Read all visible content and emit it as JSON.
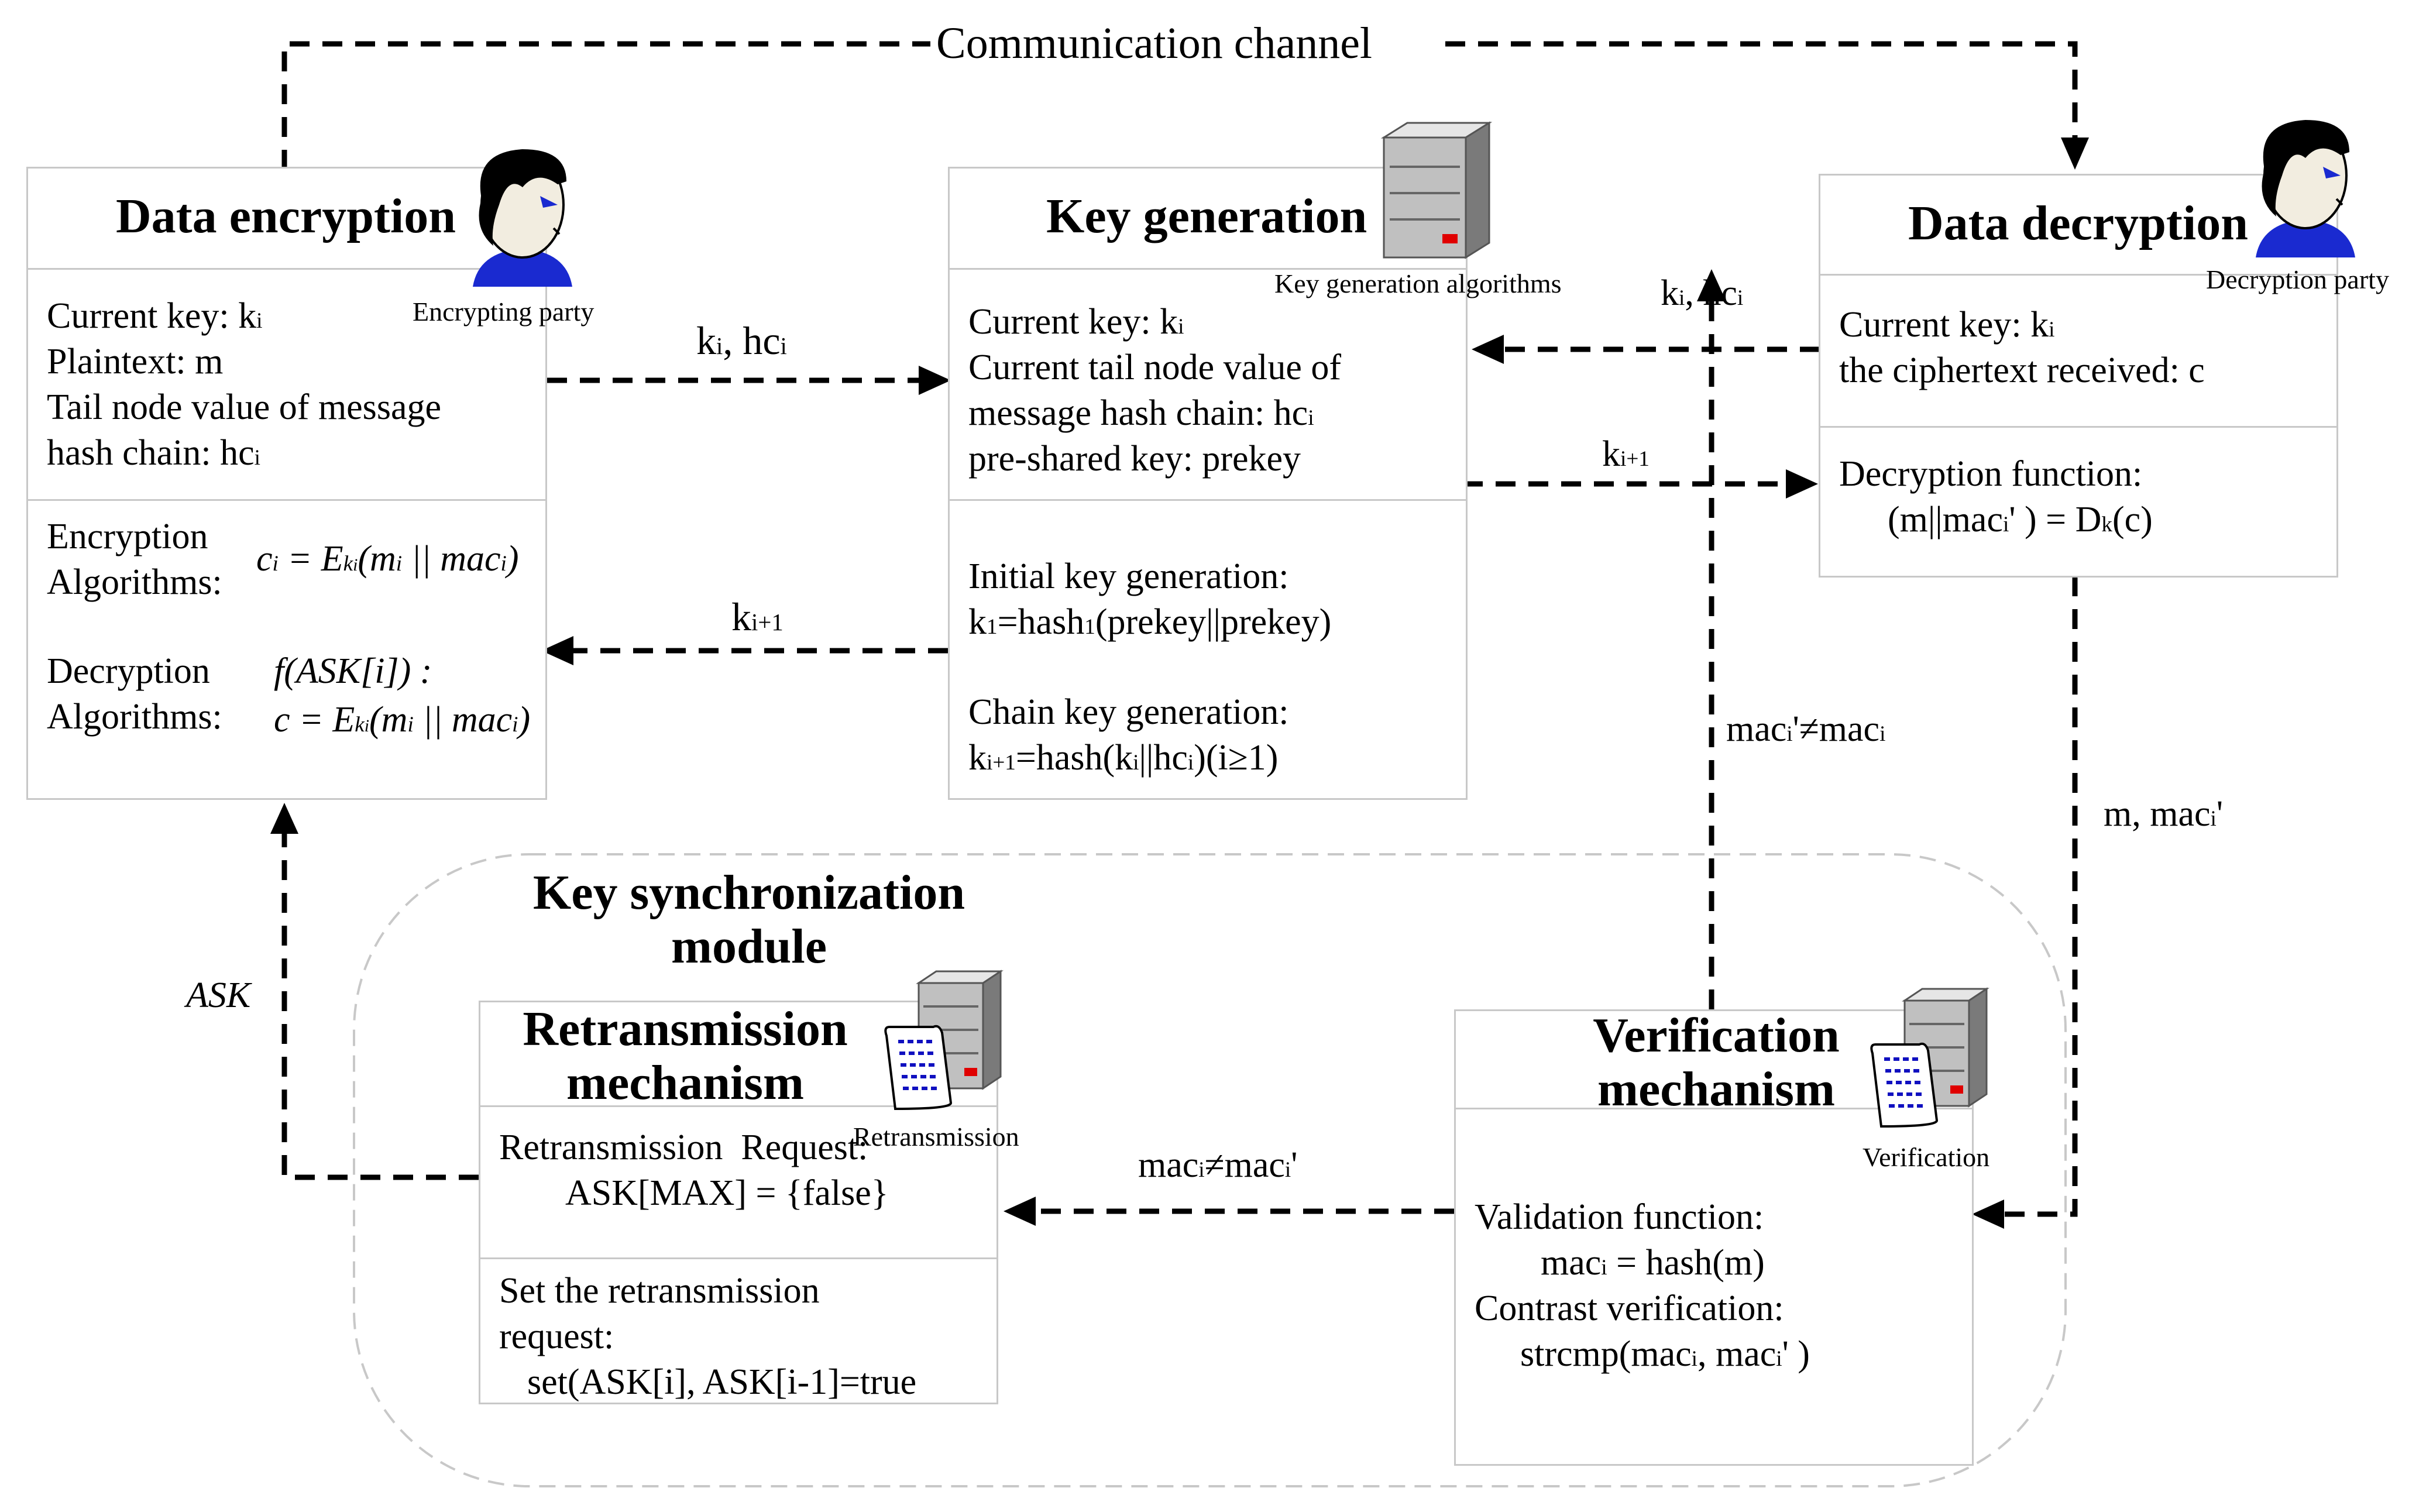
{
  "channel": {
    "label": "Communication channel"
  },
  "enc": {
    "title": "Data encryption",
    "party": "Encrypting party",
    "key": "Current key: k",
    "key_sub": "i",
    "plain": "Plaintext: m",
    "tail1": "Tail node value of message",
    "tail2": "hash chain: hc",
    "tail2_sub": "i",
    "alg_enc_1": "Encryption",
    "alg_enc_2": "Algorithms:",
    "alg_enc_formula": "c_i = E_{k_i}(m_i || mac_i)",
    "alg_dec_1": "Decryption",
    "alg_dec_2": "Algorithms:",
    "alg_dec_f": "f(ASK[i]) :",
    "alg_dec_formula": "c = E_{k_i}(m_i || mac_i)"
  },
  "keygen": {
    "title": "Key generation",
    "algo": "Key generation algorithms",
    "l1": "Current key: k",
    "l1_sub": "i",
    "l2": "Current tail node value of",
    "l3": "message hash chain: hc",
    "l3_sub": "i",
    "l4": "pre-shared key: prekey",
    "init_title": "Initial key generation:",
    "init_formula_a": "k",
    "init_formula_a_sub": "1",
    "init_formula_b": "=hash",
    "init_formula_b_sub": "1",
    "init_formula_c": "(prekey||prekey)",
    "chain_title": "Chain key generation:",
    "chain_a": "k",
    "chain_a_sub": "i+1",
    "chain_b": "=hash(k",
    "chain_b_sub": "i",
    "chain_c": "||hc",
    "chain_c_sub": "i",
    "chain_d": ")(i≥1)"
  },
  "dec": {
    "title": "Data decryption",
    "party": "Decryption party",
    "l1": "Current key: k",
    "l1_sub": "i",
    "l2": "the ciphertext received: c",
    "func_title": "Decryption function:",
    "func_a": "(m||mac",
    "func_a_sub": "i",
    "func_b": "' ) = D",
    "func_b_sub": "k",
    "func_c": "(c)"
  },
  "sync": {
    "title1": "Key synchronization",
    "title2": "module"
  },
  "retrans": {
    "title1": "Retransmission",
    "title2": "mechanism",
    "icon_label": "Retransmission",
    "req1": "Retransmission  Request:",
    "req2": "ASK[MAX] = {false}",
    "set1": "Set the retransmission",
    "set2": "request:",
    "set3": "set(ASK[i], ASK[i-1]=true"
  },
  "verif": {
    "title1": "Verification",
    "title2": "mechanism",
    "icon_label": "Verification",
    "v1": "Validation function:",
    "v2a": "mac",
    "v2a_sub": "i",
    "v2b": " = hash(m)",
    "v3": "Contrast verification:",
    "v4a": "strcmp(mac",
    "v4a_sub": "i",
    "v4b": ", mac",
    "v4b_sub": "i",
    "v4c": "' )"
  },
  "arrows": {
    "ki_hci": "k",
    "ki_hci_sub": "i",
    "ki_hci_b": ", hc",
    "ki_hci_b_sub": "i",
    "ki1": "k",
    "ki1_sub": "i+1",
    "ki1_right": "k",
    "ki1_right_sub": "i+1",
    "ki_hci_right": "k",
    "ki_hci_right_sub": "i",
    "ki_hci_right_b": ", hc",
    "ki_hci_right_b_sub": "i",
    "mac_neq": "mac",
    "mac_neq_sub": "i",
    "mac_neq_b": "'≠mac",
    "mac_neq_b_sub": "i",
    "m_mac": "m, mac",
    "m_mac_sub": "i",
    "m_mac_b": "'",
    "mac_neq2": "mac",
    "mac_neq2_sub": "i",
    "mac_neq2_b": "≠mac",
    "mac_neq2_b_sub": "i",
    "mac_neq2_c": "'",
    "ask": "ASK"
  },
  "colors": {
    "border": "#c8c8c8",
    "server_gray": "#b0b0b0",
    "led_red": "#e00000",
    "scroll_blue": "#1010c0",
    "person_blue": "#1a2ad0"
  }
}
